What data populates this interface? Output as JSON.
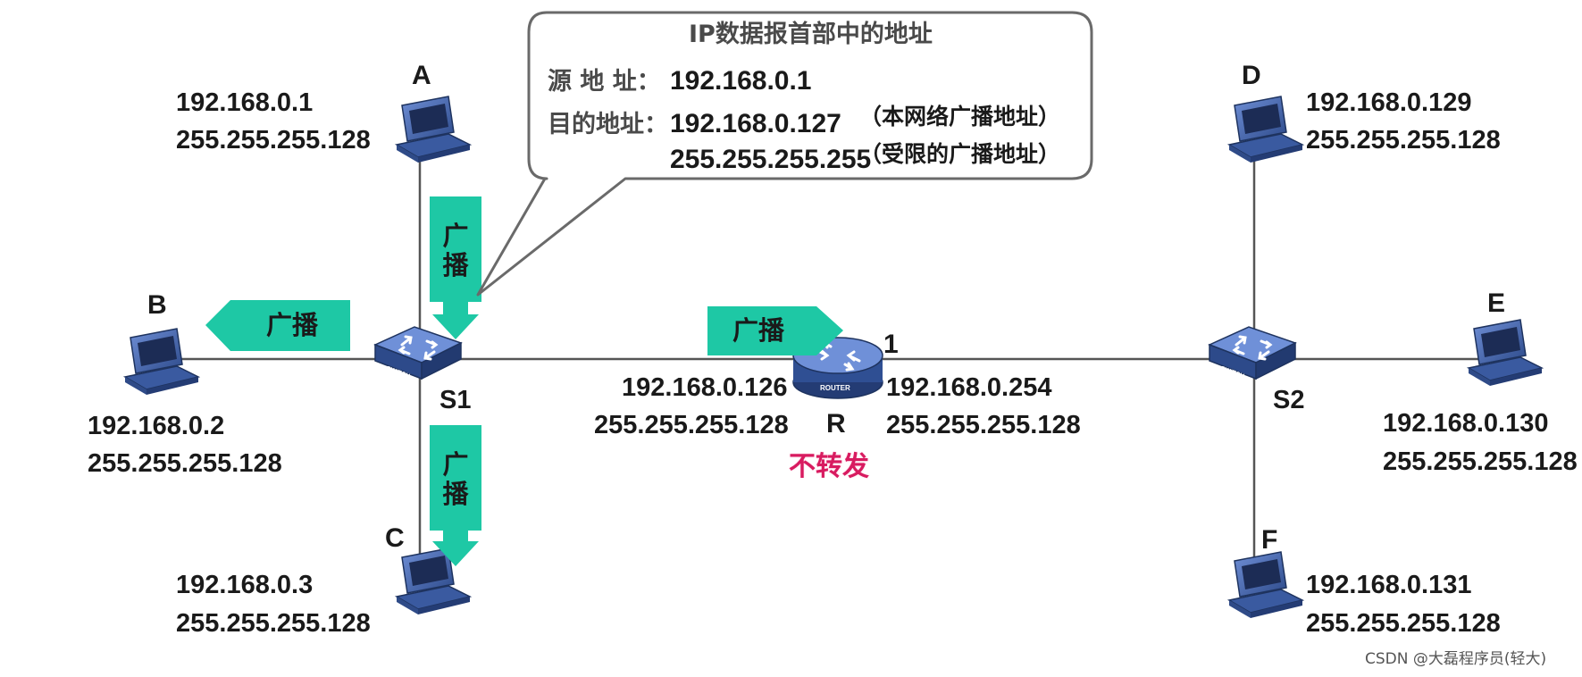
{
  "colors": {
    "broadcast_arrow": "#1ec8a5",
    "no_forward_text": "#d81b60",
    "link_line": "#555555",
    "device_blue": "#3f5ea8"
  },
  "callout": {
    "title": "IP数据报首部中的地址",
    "src_label": "源 地 址：",
    "src_value": "192.168.0.1",
    "dst_label": "目的地址：",
    "dst_value_1": "192.168.0.127",
    "dst_note_1": "（本网络广播地址）",
    "dst_value_2": "255.255.255.255",
    "dst_note_2": "（受限的广播地址）"
  },
  "hosts": {
    "A": {
      "name": "A",
      "ip": "192.168.0.1",
      "mask": "255.255.255.128"
    },
    "B": {
      "name": "B",
      "ip": "192.168.0.2",
      "mask": "255.255.255.128"
    },
    "C": {
      "name": "C",
      "ip": "192.168.0.3",
      "mask": "255.255.255.128"
    },
    "D": {
      "name": "D",
      "ip": "192.168.0.129",
      "mask": "255.255.255.128"
    },
    "E": {
      "name": "E",
      "ip": "192.168.0.130",
      "mask": "255.255.255.128"
    },
    "F": {
      "name": "F",
      "ip": "192.168.0.131",
      "mask": "255.255.255.128"
    }
  },
  "switches": {
    "S1": {
      "name": "S1",
      "icon_text": "SWITCH"
    },
    "S2": {
      "name": "S2",
      "icon_text": "SWITCH"
    }
  },
  "router": {
    "name": "R",
    "icon_text": "ROUTER",
    "port_left": {
      "ip": "192.168.0.126",
      "mask": "255.255.255.128"
    },
    "port_right": {
      "number": "1",
      "ip": "192.168.0.254",
      "mask": "255.255.255.128"
    },
    "no_forward": "不转发"
  },
  "broadcast": {
    "label": "广播",
    "vert_chars": [
      "广",
      "播"
    ]
  },
  "watermark": "CSDN @大磊程序员(轻大)"
}
